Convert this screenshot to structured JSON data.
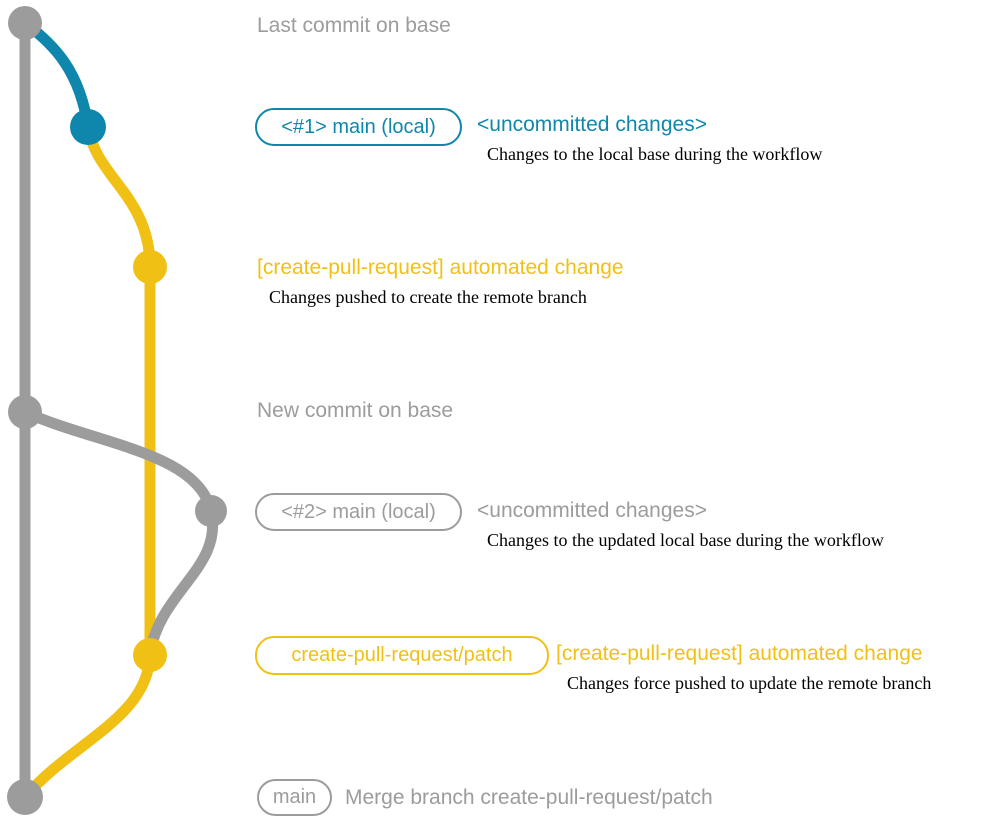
{
  "colors": {
    "base_gray": "#9c9c9c",
    "branch_blue": "#0f87ad",
    "branch_yellow": "#f0c114",
    "caption_text": "#000000",
    "background": "#ffffff"
  },
  "graph": {
    "type": "git-branch-diagram",
    "lanes": [
      {
        "name": "base-main",
        "color": "#9c9c9c"
      },
      {
        "name": "local-main-changes",
        "color": "#0f87ad"
      },
      {
        "name": "create-pull-request-patch",
        "color": "#f0c114"
      }
    ],
    "commits": [
      {
        "id": "last-commit-on-base",
        "lane": "base-main",
        "color": "#9c9c9c"
      },
      {
        "id": "commit-1-main-local",
        "lane": "local-main-changes",
        "color": "#0f87ad"
      },
      {
        "id": "automated-change-1",
        "lane": "create-pull-request-patch",
        "color": "#f0c114"
      },
      {
        "id": "new-commit-on-base",
        "lane": "base-main",
        "color": "#9c9c9c"
      },
      {
        "id": "commit-2-main-local",
        "lane": "local-main-changes",
        "color": "#9c9c9c"
      },
      {
        "id": "automated-change-2",
        "lane": "create-pull-request-patch",
        "color": "#f0c114"
      },
      {
        "id": "merge-commit",
        "lane": "base-main",
        "color": "#9c9c9c"
      }
    ]
  },
  "rows": {
    "last_commit": {
      "label": "Last commit on base"
    },
    "uncommitted_1": {
      "badge": "<#1> main (local)",
      "title": "<uncommitted changes>",
      "caption": "Changes to the local base during the workflow"
    },
    "automated_1": {
      "title": "[create-pull-request] automated change",
      "caption": "Changes pushed to create the remote branch"
    },
    "new_commit": {
      "label": "New commit on base"
    },
    "uncommitted_2": {
      "badge": "<#2> main (local)",
      "title": "<uncommitted changes>",
      "caption": "Changes to the updated local base during the workflow"
    },
    "automated_2": {
      "badge": "create-pull-request/patch",
      "title": "[create-pull-request] automated change",
      "caption": "Changes force pushed to update the remote branch"
    },
    "merge": {
      "badge": "main",
      "label": "Merge branch create-pull-request/patch"
    }
  }
}
